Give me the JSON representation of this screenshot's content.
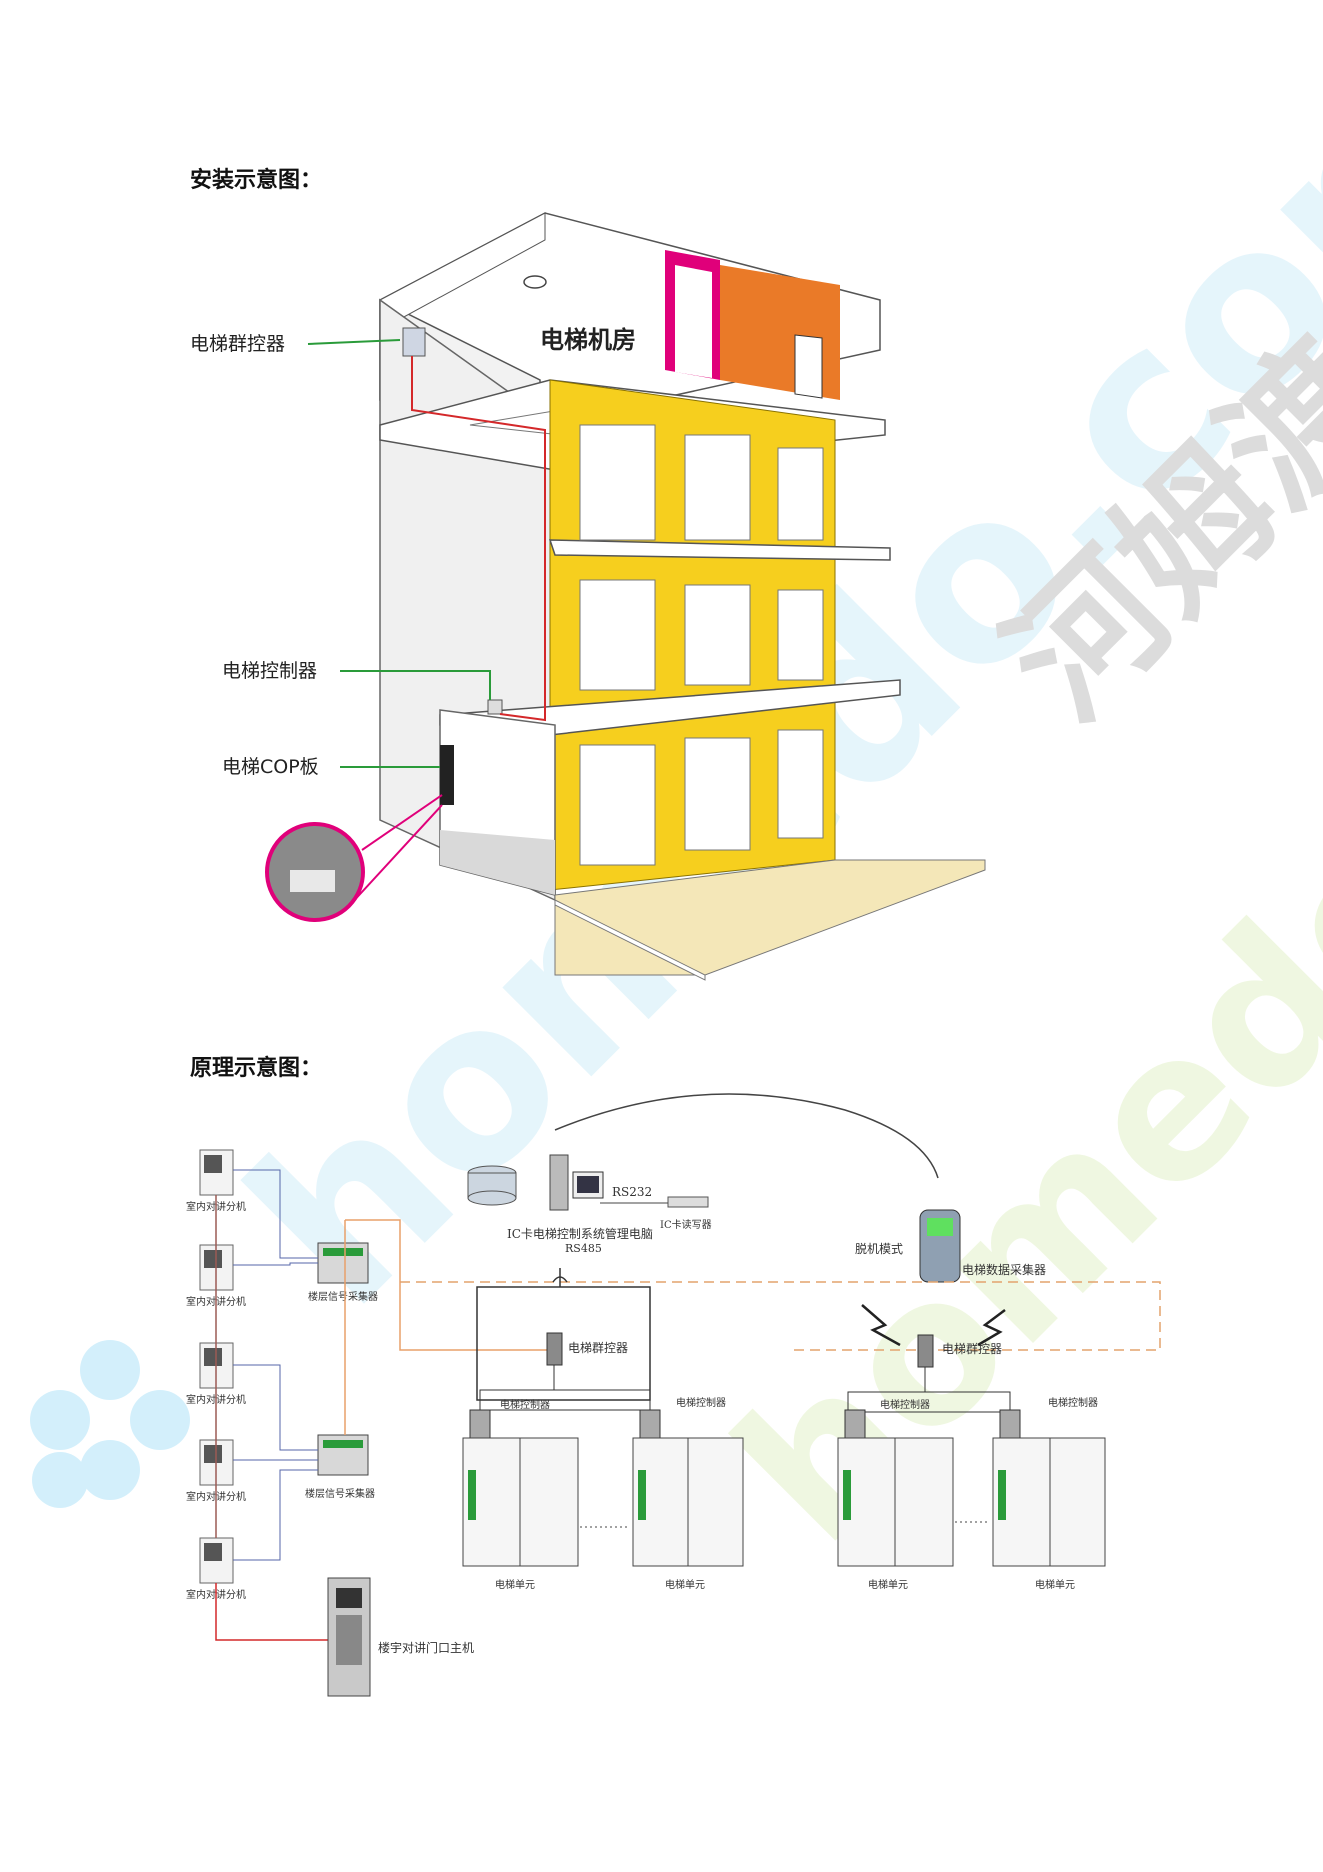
{
  "section1": {
    "title": "安装示意图："
  },
  "section2": {
    "title": "原理示意图："
  },
  "install": {
    "machine_room": "电梯机房",
    "group_controller": "电梯群控器",
    "elevator_controller": "电梯控制器",
    "cop_board": "电梯COP板"
  },
  "principle": {
    "indoor_units": [
      "室内对讲分机",
      "室内对讲分机",
      "室内对讲分机",
      "室内对讲分机",
      "室内对讲分机"
    ],
    "floor_collectors": [
      "楼层信号采集器",
      "楼层信号采集器"
    ],
    "door_master": "楼宇对讲门口主机",
    "rs232": "RS232",
    "rs485": "RS485",
    "pc": "IC卡电梯控制系统管理电脑",
    "card_writer": "IC卡读写器",
    "handheld_mode": "脱机模式",
    "data_collector": "电梯数据采集器",
    "group_ctrl_left": "电梯群控器",
    "group_ctrl_right": "电梯群控器",
    "elev_ctrls": [
      "电梯控制器",
      "电梯控制器",
      "电梯控制器",
      "电梯控制器"
    ],
    "elev_units": [
      "电梯单元",
      "电梯单元",
      "电梯单元",
      "电梯单元"
    ]
  },
  "watermark": {
    "left": "homedo.com",
    "right": "河姆渡"
  },
  "colors": {
    "yellow": "#f6cf1e",
    "magenta": "#e0007a",
    "orange": "#ea7a28",
    "floor": "#f4e7b8",
    "green": "#2a9b3a",
    "red": "#d4282a",
    "watermark_cyan": "#d8f2fb",
    "watermark_green": "#eef6d8"
  }
}
